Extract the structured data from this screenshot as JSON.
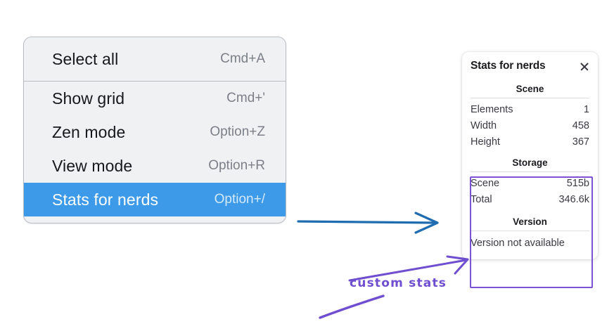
{
  "context_menu": {
    "groups": [
      {
        "items": [
          {
            "label": "Select all",
            "shortcut": "Cmd+A",
            "selected": false
          }
        ]
      },
      {
        "items": [
          {
            "label": "Show grid",
            "shortcut": "Cmd+'",
            "selected": false
          },
          {
            "label": "Zen mode",
            "shortcut": "Option+Z",
            "selected": false
          },
          {
            "label": "View mode",
            "shortcut": "Option+R",
            "selected": false
          },
          {
            "label": "Stats for nerds",
            "shortcut": "Option+/",
            "selected": true
          }
        ]
      }
    ],
    "highlight_color": "#3d9ae8"
  },
  "stats_panel": {
    "title": "Stats for nerds",
    "close_icon": "close-icon",
    "sections": [
      {
        "heading": "Scene",
        "rows": [
          {
            "label": "Elements",
            "value": "1"
          },
          {
            "label": "Width",
            "value": "458"
          },
          {
            "label": "Height",
            "value": "367"
          }
        ]
      },
      {
        "heading": "Storage",
        "rows": [
          {
            "label": "Scene",
            "value": "515b"
          },
          {
            "label": "Total",
            "value": "346.6k"
          }
        ]
      },
      {
        "heading": "Version",
        "plain_row": "Version not available"
      }
    ]
  },
  "annotations": {
    "handwritten_label": "custom stats",
    "ink_color": "#6f4fd0",
    "arrow_color": "#1f6cb0"
  }
}
